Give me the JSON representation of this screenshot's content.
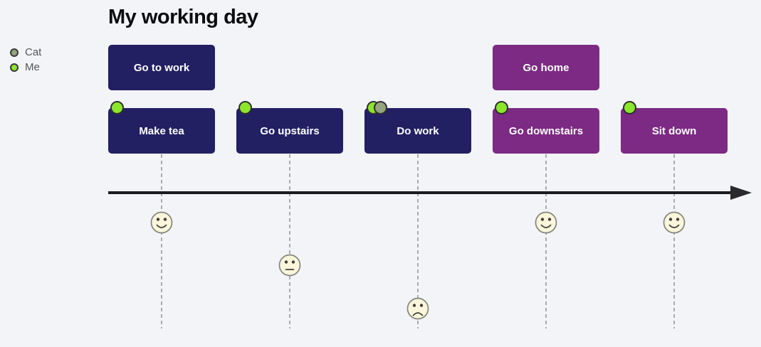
{
  "title": "My working day",
  "legend": {
    "items": [
      {
        "label": "Cat",
        "color": "#95a47f"
      },
      {
        "label": "Me",
        "color": "#8ce62c"
      }
    ]
  },
  "colors": {
    "background": "#f3f4f7",
    "navy": "#221f63",
    "purple": "#7c2a83",
    "me_dot": "#8ce62c",
    "cat_dot": "#95a47f",
    "face_fill": "#faf6da",
    "timeline": "#1b1b1d"
  },
  "events": [
    {
      "label": "Go to work",
      "row": 1,
      "color": "navy",
      "dots": []
    },
    {
      "label": "Go home",
      "row": 1,
      "color": "purple",
      "dots": []
    },
    {
      "label": "Make tea",
      "row": 2,
      "color": "navy",
      "dots": [
        "Me"
      ],
      "mood": "happy"
    },
    {
      "label": "Go upstairs",
      "row": 2,
      "color": "navy",
      "dots": [
        "Me"
      ],
      "mood": "neutral"
    },
    {
      "label": "Do work",
      "row": 2,
      "color": "navy",
      "dots": [
        "Me",
        "Cat"
      ],
      "mood": "sad"
    },
    {
      "label": "Go downstairs",
      "row": 2,
      "color": "purple",
      "dots": [
        "Me"
      ],
      "mood": "happy"
    },
    {
      "label": "Sit down",
      "row": 2,
      "color": "purple",
      "dots": [
        "Me"
      ],
      "mood": "happy"
    }
  ]
}
